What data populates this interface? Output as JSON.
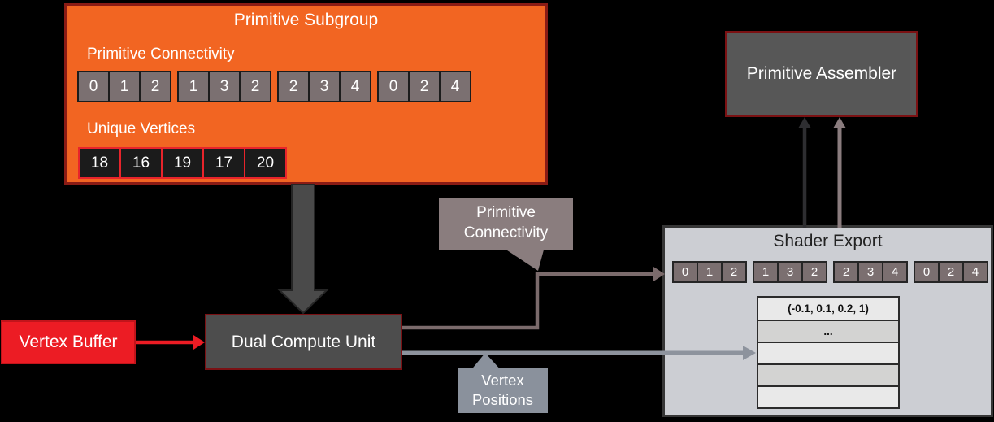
{
  "diagram": {
    "primitive_subgroup": {
      "title": "Primitive Subgroup",
      "connectivity_label": "Primitive Connectivity",
      "connectivity_groups": [
        [
          "0",
          "1",
          "2"
        ],
        [
          "1",
          "3",
          "2"
        ],
        [
          "2",
          "3",
          "4"
        ],
        [
          "0",
          "2",
          "4"
        ]
      ],
      "unique_vertices_label": "Unique Vertices",
      "unique_vertices": [
        "18",
        "16",
        "19",
        "17",
        "20"
      ]
    },
    "primitive_assembler": {
      "title": "Primitive Assembler"
    },
    "shader_export": {
      "title": "Shader Export",
      "connectivity_groups": [
        [
          "0",
          "1",
          "2"
        ],
        [
          "1",
          "3",
          "2"
        ],
        [
          "2",
          "3",
          "4"
        ],
        [
          "0",
          "2",
          "4"
        ]
      ],
      "position_table_rows": [
        "(-0.1, 0.1, 0.2, 1)",
        "...",
        "",
        "",
        ""
      ]
    },
    "vertex_buffer": {
      "label": "Vertex Buffer"
    },
    "dual_compute_unit": {
      "label": "Dual Compute Unit"
    },
    "callouts": {
      "primitive_connectivity": {
        "text": "Primitive\nConnectivity"
      },
      "vertex_positions": {
        "text": "Vertex\nPositions"
      }
    },
    "colors": {
      "background": "#000000",
      "subgroup_orange": "#F26522",
      "dark_red_border": "#7B1113",
      "vertex_buffer_red": "#EC1C24",
      "unit_gray": "#4D4D4D",
      "assembler_gray": "#575757",
      "shader_export_gray": "#CCCED3",
      "connectivity_cell_mauve": "#7B7071",
      "unique_vertex_black": "#1B1B1B",
      "connectivity_callout": "#8A7D7E",
      "positions_callout": "#8A919C",
      "positions_arrow_gray": "#8D939D",
      "connectivity_arrow_mauve": "#7B6B6C",
      "assembler_arrow_dark": "#2E2E31",
      "assembler_arrow_light": "#8A7C7E",
      "table_row_light": "#E9E9E9",
      "table_row_dark": "#D3D3D2"
    }
  }
}
